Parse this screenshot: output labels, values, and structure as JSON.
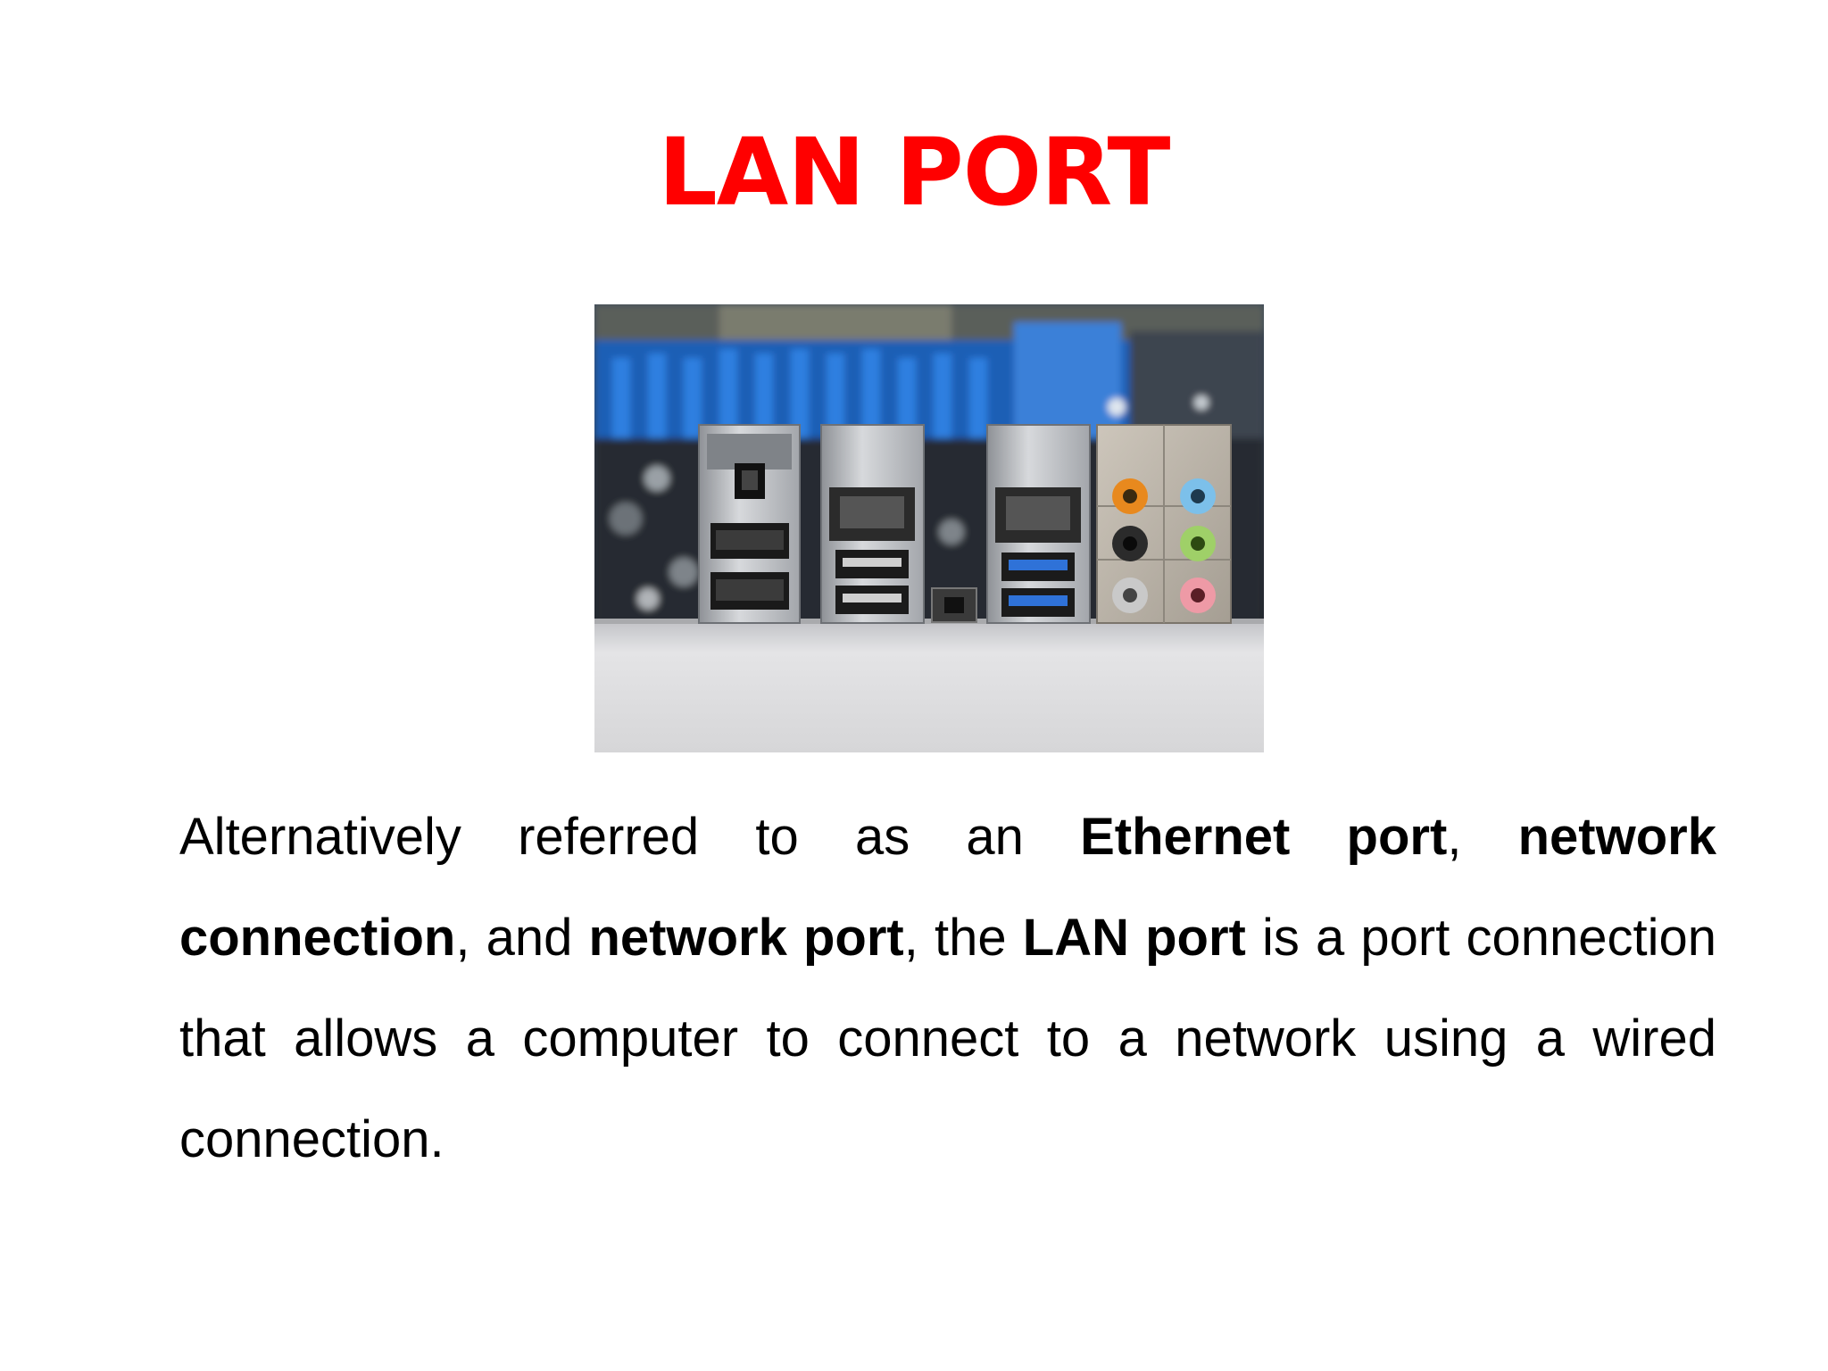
{
  "slide": {
    "title": "LAN PORT",
    "paragraph": {
      "t1": "Alternatively referred to as an ",
      "b1": "Ethernet port",
      "t2": ", ",
      "b2": "network connection",
      "t3": ", and ",
      "b3": "network port",
      "t4": ", the ",
      "b4": "LAN port",
      "t5": " is a port connection that allows a computer to connect to a network using a wired connection."
    }
  },
  "colors": {
    "title": "#ff0000",
    "text": "#000000",
    "background": "#ffffff"
  }
}
